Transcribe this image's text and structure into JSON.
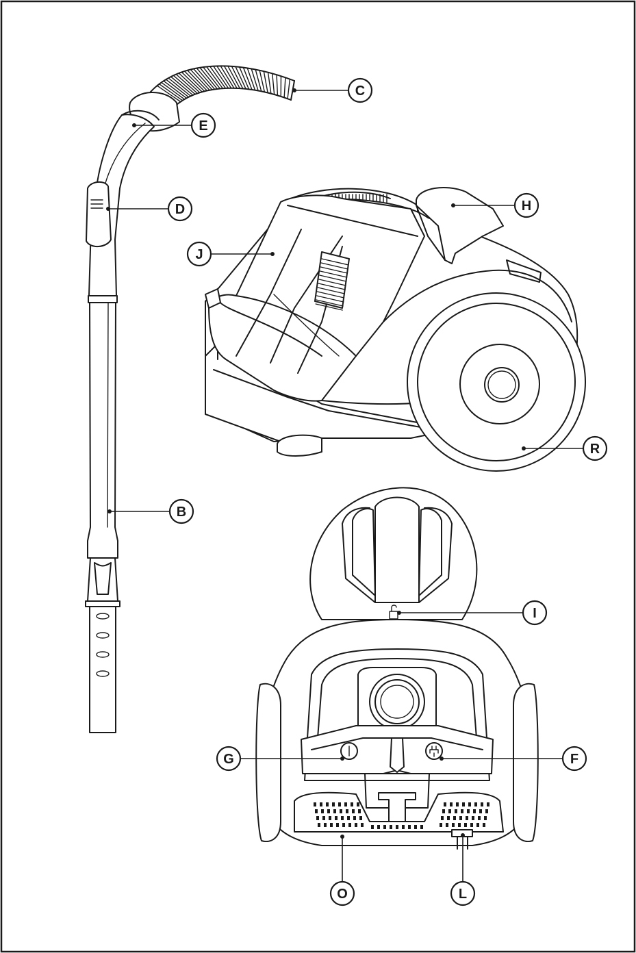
{
  "callouts": {
    "C": "C",
    "E": "E",
    "D": "D",
    "H": "H",
    "J": "J",
    "R": "R",
    "B": "B",
    "I": "I",
    "G": "G",
    "F": "F",
    "O": "O",
    "L": "L"
  },
  "colors": {
    "line": "#1a1a1a",
    "background": "#ffffff"
  }
}
